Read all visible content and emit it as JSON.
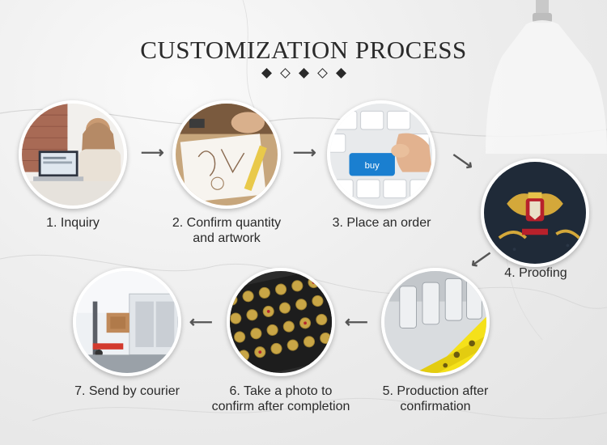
{
  "title": "CUSTOMIZATION PROCESS",
  "decoration_dots": [
    "filled",
    "outline",
    "filled",
    "outline",
    "filled"
  ],
  "steps": [
    {
      "label_line1": "1. Inquiry",
      "label_line2": "",
      "icon": "laptop-inquiry-photo"
    },
    {
      "label_line1": "2. Confirm quantity",
      "label_line2": "and artwork",
      "icon": "artwork-sketch-photo"
    },
    {
      "label_line1": "3. Place an order",
      "label_line2": "",
      "icon": "keyboard-buy-photo",
      "key_text": "buy"
    },
    {
      "label_line1": "4. Proofing",
      "label_line2": "",
      "icon": "embroidered-crest-photo"
    },
    {
      "label_line1": "5. Production after",
      "label_line2": "confirmation",
      "icon": "embroidery-machine-photo"
    },
    {
      "label_line1": "6. Take a photo to",
      "label_line2": "confirm after completion",
      "icon": "finished-patches-photo"
    },
    {
      "label_line1": "7. Send by courier",
      "label_line2": "",
      "icon": "courier-van-photo"
    }
  ],
  "arrow_icons": [
    "arrow-right-icon",
    "arrow-right-icon",
    "arrow-down-right-icon",
    "arrow-down-left-icon",
    "arrow-left-icon",
    "arrow-left-icon"
  ],
  "colors": {
    "text": "#2a2a2a",
    "arrow": "#555555",
    "ring": "#ffffff",
    "key_blue": "#1a7fd0",
    "thread_yellow": "#f5e11a"
  }
}
